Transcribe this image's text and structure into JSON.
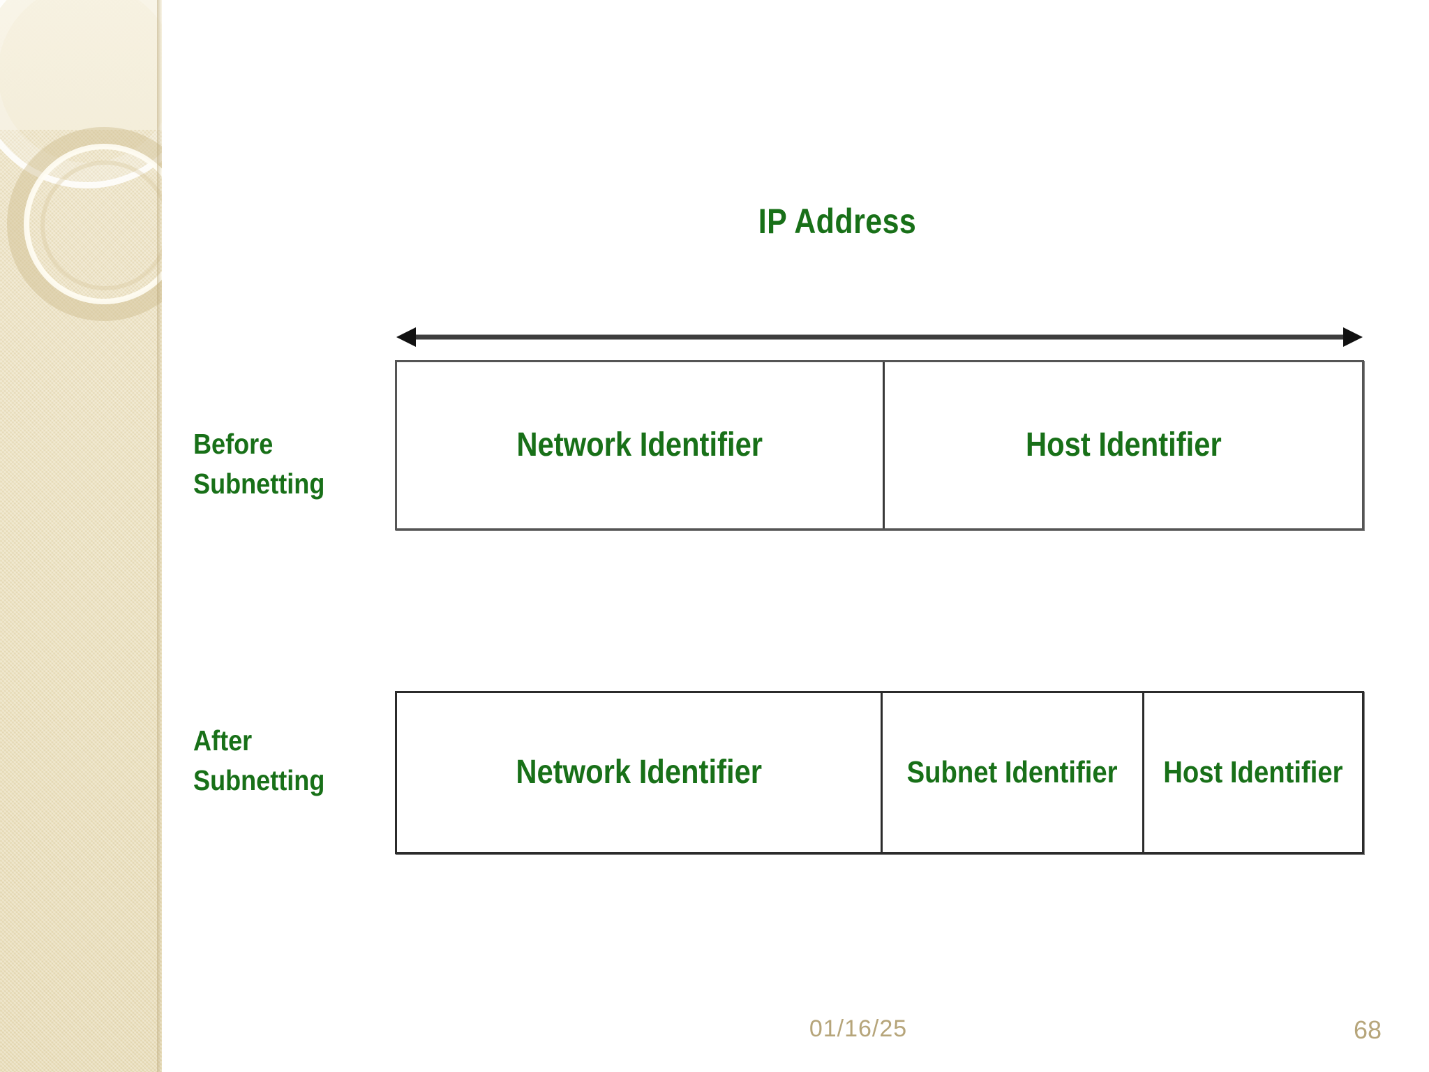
{
  "slide": {
    "title": "IP Address",
    "accent_green": "#187018",
    "footer_color": "#b6a57a",
    "box_border_color": "#2b2b2b",
    "sidebar_color": "#ece2c1"
  },
  "diagram": {
    "arrow": {
      "name": "ip-address-span-arrow",
      "style": "double-headed",
      "color": "#3d3d3d"
    },
    "rows": [
      {
        "label_line1": "Before",
        "label_line2": "Subnetting",
        "cells": [
          {
            "text": "Network Identifier"
          },
          {
            "text": "Host Identifier"
          }
        ]
      },
      {
        "label_line1": "After",
        "label_line2": "Subnetting",
        "cells": [
          {
            "text": "Network Identifier"
          },
          {
            "text": "Subnet Identifier"
          },
          {
            "text": "Host Identifier"
          }
        ]
      }
    ]
  },
  "footer": {
    "date": "01/16/25",
    "page_number": "68"
  }
}
